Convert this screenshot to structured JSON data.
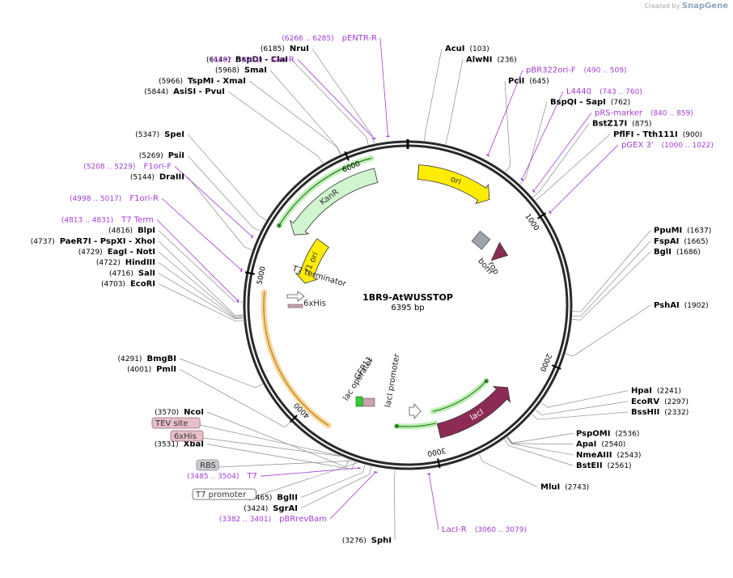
{
  "credit": {
    "prefix": "Created by",
    "brand": "SnapGene"
  },
  "map": {
    "title": "1BR9-AtWUSSTOP",
    "length_label": "6395 bp",
    "total_bp": 6395,
    "colors": {
      "enzyme": "#000000",
      "primer": "#a43bd5",
      "ring": "#2a2a2a",
      "leader": "#8c8c8c"
    }
  },
  "ticks": [
    {
      "bp": 1000,
      "label": "1000"
    },
    {
      "bp": 2000,
      "label": "2000"
    },
    {
      "bp": 3000,
      "label": "3000"
    },
    {
      "bp": 4000,
      "label": "4000"
    },
    {
      "bp": 5000,
      "label": "5000"
    },
    {
      "bp": 6000,
      "label": "6000"
    }
  ],
  "enzymes": [
    {
      "name": "AcuI",
      "pos": "(103)",
      "bp": 103,
      "side": "right",
      "row": 1
    },
    {
      "name": "AlwNI",
      "pos": "(236)",
      "bp": 236,
      "side": "right",
      "row": 2
    },
    {
      "name": "PciI",
      "pos": "(645)",
      "bp": 645,
      "side": "right",
      "row": 4
    },
    {
      "name": "BspQI  - SapI",
      "pos": "(762)",
      "bp": 762,
      "side": "right",
      "row": 6
    },
    {
      "name": "BstZ17I",
      "pos": "(875)",
      "bp": 875,
      "side": "right",
      "row": 8
    },
    {
      "name": "PflFI  - Tth111I",
      "pos": "(900)",
      "bp": 900,
      "side": "right",
      "row": 9
    },
    {
      "name": "PpuMI",
      "pos": "(1637)",
      "bp": 1637,
      "side": "right",
      "row": 18
    },
    {
      "name": "FspAI",
      "pos": "(1665)",
      "bp": 1665,
      "side": "right",
      "row": 19
    },
    {
      "name": "BglI",
      "pos": "(1686)",
      "bp": 1686,
      "side": "right",
      "row": 20
    },
    {
      "name": "PshAI",
      "pos": "(1902)",
      "bp": 1902,
      "side": "right",
      "row": 25
    },
    {
      "name": "HpaI",
      "pos": "(2241)",
      "bp": 2241,
      "side": "right",
      "row": 33
    },
    {
      "name": "EcoRV",
      "pos": "(2297)",
      "bp": 2297,
      "side": "right",
      "row": 34
    },
    {
      "name": "BssHII",
      "pos": "(2332)",
      "bp": 2332,
      "side": "right",
      "row": 35
    },
    {
      "name": "PspOMI",
      "pos": "(2536)",
      "bp": 2536,
      "side": "right",
      "row": 37
    },
    {
      "name": "ApaI",
      "pos": "(2540)",
      "bp": 2540,
      "side": "right",
      "row": 38
    },
    {
      "name": "NmeAIII",
      "pos": "(2543)",
      "bp": 2543,
      "side": "right",
      "row": 39
    },
    {
      "name": "BstEII",
      "pos": "(2561)",
      "bp": 2561,
      "side": "right",
      "row": 40
    },
    {
      "name": "MluI",
      "pos": "(2743)",
      "bp": 2743,
      "side": "right",
      "row": 42
    },
    {
      "name": "SphI",
      "pos": "(3276)",
      "bp": 3276,
      "side": "left",
      "row": 47
    },
    {
      "name": "SgrAI",
      "pos": "(3424)",
      "bp": 3424,
      "side": "left",
      "row": 44
    },
    {
      "name": "BglII",
      "pos": "(3465)",
      "bp": 3465,
      "side": "left",
      "row": 43
    },
    {
      "name": "XbaI",
      "pos": "(3531)",
      "bp": 3531,
      "side": "left",
      "row": 38
    },
    {
      "name": "NcoI",
      "pos": "(3570)",
      "bp": 3570,
      "side": "left",
      "row": 35
    },
    {
      "name": "PmlI",
      "pos": "(4001)",
      "bp": 4001,
      "side": "left",
      "row": 31
    },
    {
      "name": "BmgBI",
      "pos": "(4291)",
      "bp": 4291,
      "side": "left",
      "row": 30
    },
    {
      "name": "EcoRI",
      "pos": "(4703)",
      "bp": 4703,
      "side": "left",
      "row": 23
    },
    {
      "name": "SalI",
      "pos": "(4716)",
      "bp": 4716,
      "side": "left",
      "row": 22
    },
    {
      "name": "HindIII",
      "pos": "(4722)",
      "bp": 4722,
      "side": "left",
      "row": 21
    },
    {
      "name": "EagI  - NotI",
      "pos": "(4729)",
      "bp": 4729,
      "side": "left",
      "row": 20
    },
    {
      "name": "PaeR7I  - PspXI  - XhoI",
      "pos": "(4737)",
      "bp": 4737,
      "side": "left",
      "row": 19
    },
    {
      "name": "BlpI",
      "pos": "(4816)",
      "bp": 4816,
      "side": "left",
      "row": 18
    },
    {
      "name": "DraIII",
      "pos": "(5144)",
      "bp": 5144,
      "side": "left",
      "row": 13
    },
    {
      "name": "PsiI",
      "pos": "(5269)",
      "bp": 5269,
      "side": "left",
      "row": 11
    },
    {
      "name": "SpeI",
      "pos": "(5347)",
      "bp": 5347,
      "side": "left",
      "row": 9
    },
    {
      "name": "AsiSI  - PvuI",
      "pos": "(5844)",
      "bp": 5844,
      "side": "left",
      "row": 5
    },
    {
      "name": "TspMI  - XmaI",
      "pos": "(5966)",
      "bp": 5966,
      "side": "left",
      "row": 4
    },
    {
      "name": "SmaI",
      "pos": "(5968)",
      "bp": 5968,
      "side": "left",
      "row": 3
    },
    {
      "name": "BspDI  - ClaI",
      "pos": "(6149)",
      "bp": 6149,
      "side": "left",
      "row": 2
    },
    {
      "name": "NruI",
      "pos": "(6185)",
      "bp": 6185,
      "side": "left",
      "row": 1
    }
  ],
  "primers": [
    {
      "name": "pENTR-R",
      "range": "(6266 .. 6285)",
      "bp": 6276,
      "side": "left",
      "row": 0
    },
    {
      "name": "Kan-R",
      "range": "(6182 .. 6201)",
      "bp": 6192,
      "side": "left",
      "row": 2
    },
    {
      "name": "pBR322ori-F",
      "range": "(490 .. 509)",
      "bp": 500,
      "side": "right",
      "row": 3
    },
    {
      "name": "L4440",
      "range": "(743 .. 760)",
      "bp": 751,
      "side": "right",
      "row": 5
    },
    {
      "name": "pRS-marker",
      "range": "(840 .. 859)",
      "bp": 850,
      "side": "right",
      "row": 7
    },
    {
      "name": "pGEX 3'",
      "range": "(1000 .. 1022)",
      "bp": 1011,
      "side": "right",
      "row": 10
    },
    {
      "name": "F1ori-F",
      "range": "(5208 .. 5229)",
      "bp": 5218,
      "side": "left",
      "row": 12
    },
    {
      "name": "F1ori-R",
      "range": "(4998 .. 5017)",
      "bp": 5007,
      "side": "left",
      "row": 15
    },
    {
      "name": "T7 Term",
      "range": "(4813 .. 4831)",
      "bp": 4822,
      "side": "left",
      "row": 17
    },
    {
      "name": "T7",
      "range": "(3485 .. 3504)",
      "bp": 3494,
      "side": "left",
      "row": 41
    },
    {
      "name": "pBRrevBam",
      "range": "(3382 .. 3401)",
      "bp": 3391,
      "side": "left",
      "row": 45
    },
    {
      "name": "LacI-R",
      "range": "(3060 .. 3079)",
      "bp": 3070,
      "side": "right",
      "row": 46
    }
  ],
  "boxed_features": [
    {
      "label": "TEV site",
      "fill": "#e7bfc8",
      "stroke": "#9c6a76",
      "bp": 3630
    },
    {
      "label": "6xHis",
      "fill": "#e7bfc8",
      "stroke": "#9c6a76",
      "bp": 3620
    },
    {
      "label": "RBS",
      "fill": "#c9ccd0",
      "stroke": "#888c90",
      "bp": 3545
    },
    {
      "label": "T7 promoter",
      "fill": "#ffffff",
      "stroke": "#555555",
      "bp": 3510
    }
  ],
  "features": [
    {
      "label": "ori",
      "type": "arrow",
      "start": 80,
      "end": 670,
      "dir": 1,
      "fill": "#ffec00",
      "r": 165
    },
    {
      "label": "KanR",
      "type": "arrow",
      "start": 5360,
      "end": 6150,
      "dir": -1,
      "fill": "#d0f5cf",
      "r": 165
    },
    {
      "label": "lacI",
      "type": "arrow",
      "start": 2300,
      "end": 2950,
      "dir": -1,
      "fill": "#8c2b55",
      "r": 160
    },
    {
      "label": "f1 ori",
      "type": "arrow",
      "start": 5010,
      "end": 5440,
      "dir": -1,
      "fill": "#ffec00",
      "r": 130
    },
    {
      "label": "bom",
      "type": "box",
      "bp": 870,
      "fill": "#9ca3ab",
      "r": 120
    },
    {
      "label": "rop",
      "type": "arrowhead",
      "bp": 1080,
      "fill": "#8c2b55",
      "r": 130
    },
    {
      "label": "T7 terminator",
      "type": "text",
      "bp": 5090,
      "r": 115
    },
    {
      "label": "6xHis",
      "type": "text",
      "bp": 4790,
      "r": 115
    },
    {
      "label": "lac operator",
      "type": "text",
      "bp": 3770,
      "r": 110
    },
    {
      "label": "GFP11",
      "type": "text",
      "bp": 3790,
      "r": 95
    },
    {
      "label": "lacI promoter",
      "type": "text",
      "bp": 3370,
      "r": 95
    }
  ],
  "green_arcs": [
    {
      "start": 5360,
      "end": 6150,
      "dir": -1,
      "r": 187
    },
    {
      "start": 2380,
      "end": 2960,
      "dir": -1,
      "r": 135
    },
    {
      "start": 2960,
      "end": 3290,
      "dir": 1,
      "r": 150
    }
  ],
  "orange_arcs": [
    {
      "start": 3790,
      "end": 4890,
      "dir": 1,
      "r": 178
    }
  ]
}
